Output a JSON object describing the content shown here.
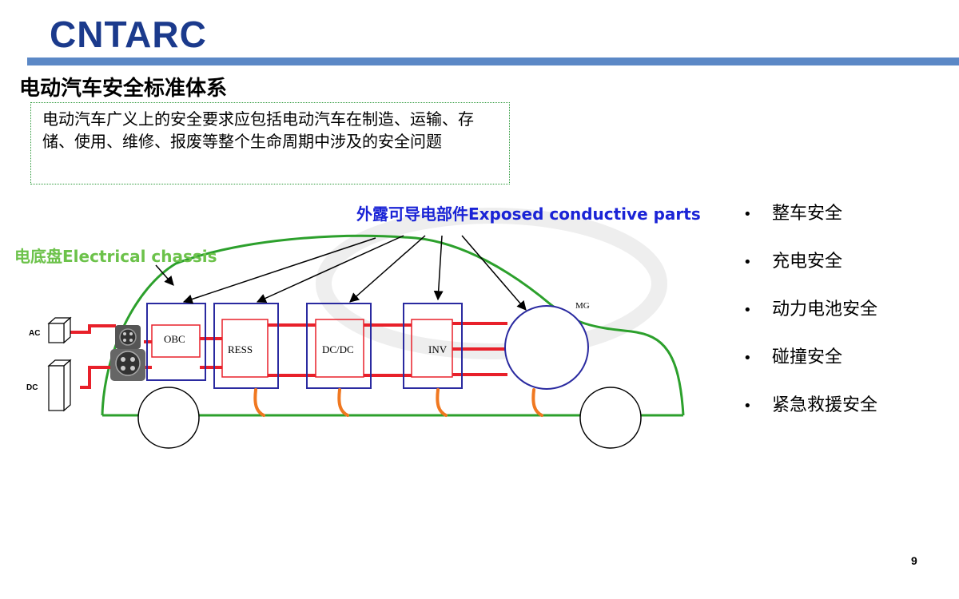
{
  "header": {
    "logo_text": "CNTARC",
    "title": "电动汽车安全标准体系"
  },
  "intro": {
    "text": " 电动汽车广义上的安全要求应包括电动汽车在制造、运输、存储、使用、维修、报废等整个生命周期中涉及的安全问题"
  },
  "diagram": {
    "exposed_label": "外露可导电部件Exposed conductive parts",
    "chassis_label": "电底盘Electrical chassis",
    "components": {
      "obc": "OBC",
      "ress": "RESS",
      "dcdc": "DC/DC",
      "inv": "INV",
      "mg": "MG"
    },
    "ac_label": "AC",
    "dc_label": "DC",
    "colors": {
      "car_outline": "#2ca02c",
      "power_line": "#e8202a",
      "box_border": "#2a2aa0",
      "ground_strap": "#f07820"
    }
  },
  "safety_items": [
    "整车安全",
    "充电安全",
    "动力电池安全",
    "碰撞安全",
    "紧急救援安全"
  ],
  "bullet_glyph": "•",
  "page_number": "9"
}
